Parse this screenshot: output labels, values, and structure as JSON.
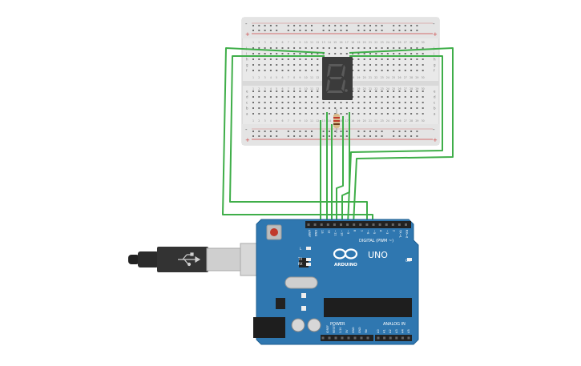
{
  "breadboard": {
    "row_letters_top": [
      "j",
      "i",
      "h",
      "g",
      "f"
    ],
    "row_letters_bottom": [
      "e",
      "d",
      "c",
      "b",
      "a"
    ],
    "plus_label": "+",
    "minus_label": "-",
    "column_numbers": [
      "1",
      "2",
      "3",
      "4",
      "5",
      "6",
      "7",
      "8",
      "9",
      "10",
      "11",
      "12",
      "13",
      "14",
      "15",
      "16",
      "17",
      "18",
      "19",
      "20",
      "21",
      "22",
      "23",
      "24",
      "25",
      "26",
      "27",
      "28",
      "29",
      "30"
    ]
  },
  "display": {
    "digit_shown": "8",
    "segment_color": "#5a5a5a",
    "body_color": "#3b3b3b"
  },
  "arduino": {
    "brand": "ARDUINO",
    "model": "UNO",
    "on_label": "ON",
    "l_label": "L",
    "tx_label": "TX",
    "rx_label": "RX",
    "digital_header": "DIGITAL (PWM ~)",
    "power_header": "POWER",
    "analog_header": "ANALOG IN",
    "digital_pins": [
      "AREF",
      "GND",
      "13",
      "12",
      "~11",
      "~10",
      "~9",
      "8",
      "7",
      "~6",
      "~5",
      "4",
      "~3",
      "2",
      "TX→1",
      "RX←0"
    ],
    "power_pins": [
      "IOREF",
      "RESET",
      "3.3V",
      "5V",
      "GND",
      "GND",
      "Vin"
    ],
    "analog_pins": [
      "A0",
      "A1",
      "A2",
      "A3",
      "A4",
      "A5"
    ],
    "board_color": "#2f77b0"
  },
  "wire_color": "#3fae49",
  "usb_cable": {
    "connector_icon": "usb-icon"
  }
}
